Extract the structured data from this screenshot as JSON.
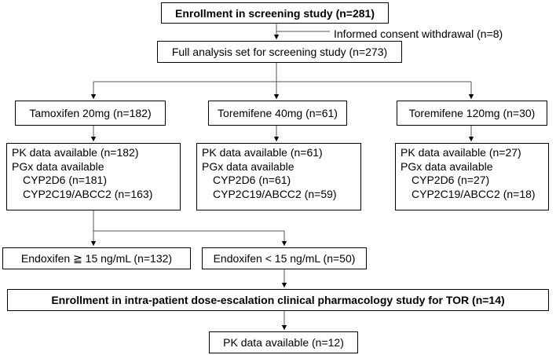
{
  "enrollment": "Enrollment in screening study (n=281)",
  "withdrawal": "Informed consent withdrawal (n=8)",
  "full_analysis": "Full analysis set for screening study (n=273)",
  "arms": {
    "tamoxifen": {
      "label": "Tamoxifen 20mg (n=182)",
      "pk": "PK data available (n=182)",
      "pgx": "PGx data available",
      "cyp2d6": "CYP2D6 (n=181)",
      "cyp2c19": "CYP2C19/ABCC2 (n=163)"
    },
    "toremifene40": {
      "label": "Toremifene 40mg (n=61)",
      "pk": "PK data available (n=61)",
      "pgx": "PGx data available",
      "cyp2d6": "CYP2D6 (n=61)",
      "cyp2c19": "CYP2C19/ABCC2 (n=59)"
    },
    "toremifene120": {
      "label": "Toremifene 120mg (n=30)",
      "pk": "PK data available (n=27)",
      "pgx": "PGx data available",
      "cyp2d6": "CYP2D6 (n=27)",
      "cyp2c19": "CYP2C19/ABCC2 (n=18)"
    }
  },
  "endoxifen_high": "Endoxifen ≧ 15 ng/mL (n=132)",
  "endoxifen_low": "Endoxifen < 15 ng/mL (n=50)",
  "escalation": "Enrollment in intra-patient dose-escalation clinical pharmacology study for TOR (n=14)",
  "final_pk": "PK data available (n=12)"
}
